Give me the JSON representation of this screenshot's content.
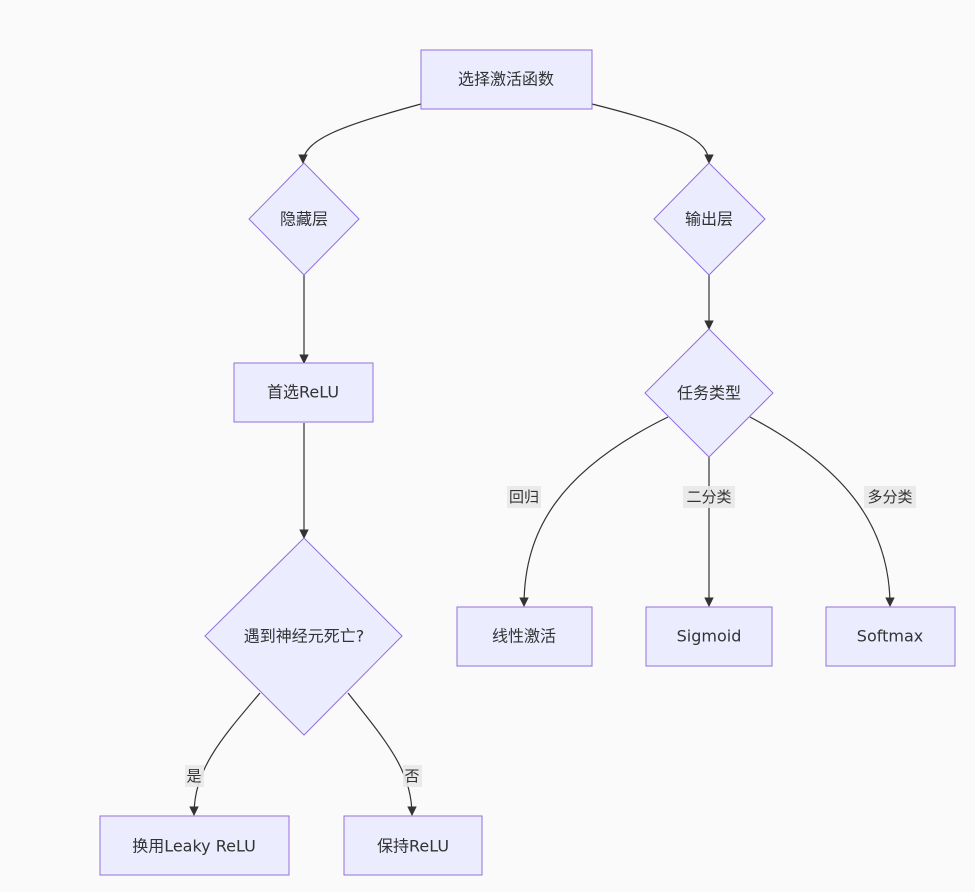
{
  "nodes": {
    "root": "选择激活函数",
    "hidden_layer": "隐藏层",
    "output_layer": "输出层",
    "prefer_relu": "首选ReLU",
    "dead_neuron": "遇到神经元死亡?",
    "use_leaky": "换用Leaky ReLU",
    "keep_relu": "保持ReLU",
    "task_type": "任务类型",
    "linear": "线性激活",
    "sigmoid": "Sigmoid",
    "softmax": "Softmax"
  },
  "edge_labels": {
    "yes": "是",
    "no": "否",
    "regression": "回归",
    "binary": "二分类",
    "multiclass": "多分类"
  },
  "colors": {
    "node_fill": "#ececff",
    "node_stroke": "#9370db",
    "edge": "#333333",
    "background": "#fafafa"
  }
}
